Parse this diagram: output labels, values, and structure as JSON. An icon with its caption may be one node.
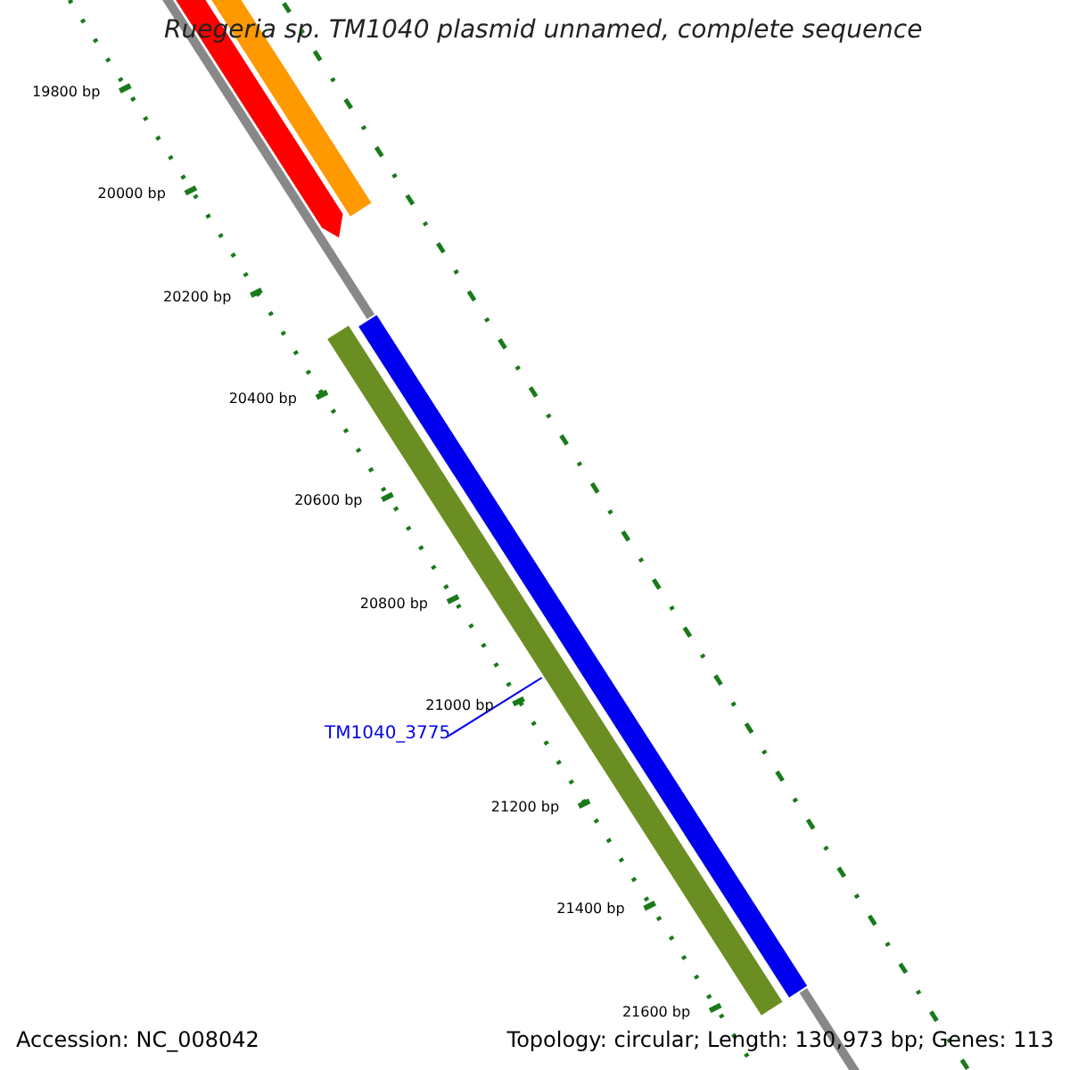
{
  "diagram": {
    "title": "Ruegeria sp. TM1040 plasmid unnamed, complete sequence",
    "nodes": [
      {
        "text": [],
        "shape": "arrow"
      },
      {
        "text": [],
        "shape": "bar"
      },
      {
        "text": [],
        "shape": "bar"
      },
      {
        "text": [],
        "shape": "bar"
      },
      {
        "text": [
          "TM1040_3775"
        ]
      }
    ],
    "edges": [
      {
        "from": 4,
        "to": 2,
        "arrow": "none"
      }
    ],
    "labels": [
      "19800 bp",
      "20000 bp",
      "20200 bp",
      "20400 bp",
      "20600 bp",
      "20800 bp",
      "21000 bp",
      "21200 bp",
      "21400 bp",
      "21600 bp",
      "Accession: NC_008042",
      "Topology: circular; Length: 130,973 bp; Genes: 113"
    ]
  }
}
